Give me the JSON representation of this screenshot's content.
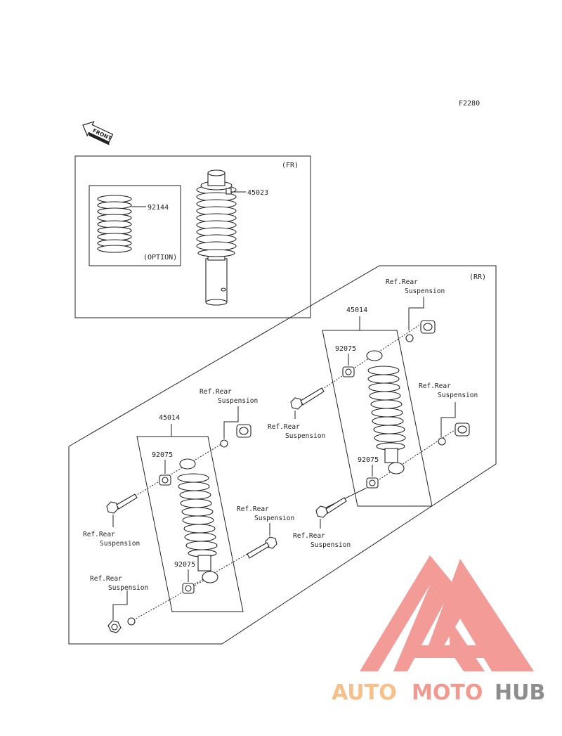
{
  "diagram": {
    "code": "F2280",
    "front_label": "FRONT",
    "front": {
      "tag": "(FR)",
      "option_tag": "(OPTION)",
      "spring_part": "92144",
      "shock_part": "45023"
    },
    "rear": {
      "tag": "(RR)",
      "left_shock_part": "45014",
      "right_shock_part": "45014",
      "bushing_part": "92075",
      "ref_line1": "Ref.Rear",
      "ref_line2": "Suspension"
    }
  },
  "watermark": {
    "part1": "AUTO",
    "part2": "MOTO",
    "part3": "HUB",
    "colors": {
      "auto": "#f7c08a",
      "moto": "#f29a90",
      "hub": "#8d8d8d",
      "logo": "#f08a86"
    }
  }
}
